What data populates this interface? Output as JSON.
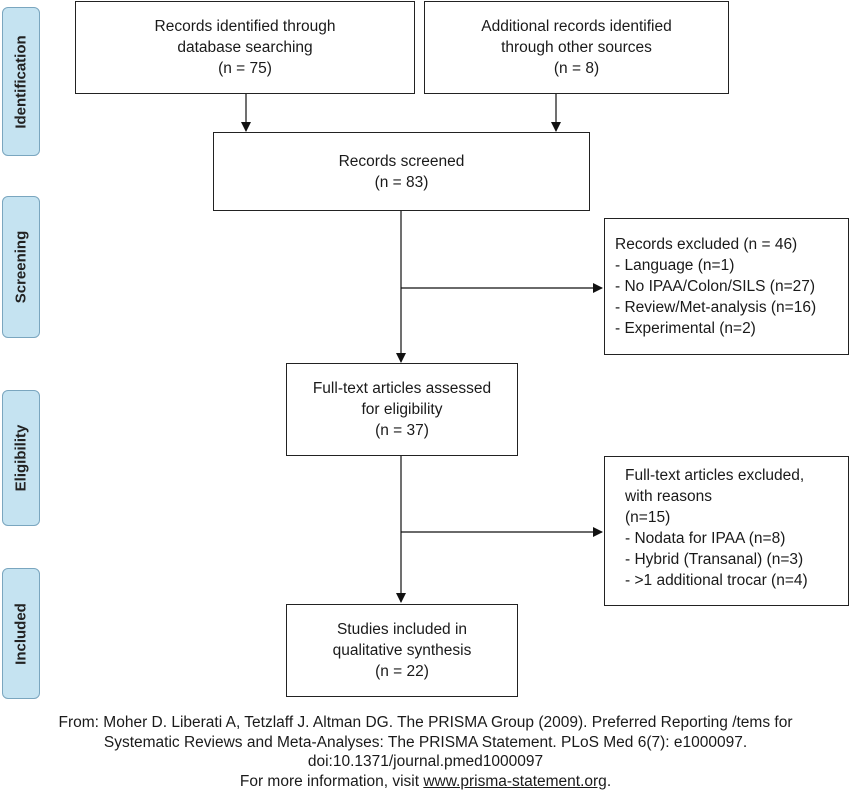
{
  "phases": {
    "identification": "Identification",
    "screening": "Screening",
    "eligibility": "Eligibility",
    "included": "Included"
  },
  "boxes": {
    "database": {
      "line1": "Records identified through",
      "line2": "database searching",
      "count": "(n = 75)"
    },
    "other": {
      "line1": "Additional records identified",
      "line2": "through other sources",
      "count": "(n = 8)"
    },
    "screened": {
      "line1": "Records screened",
      "count": "(n = 83)"
    },
    "excluded": {
      "title": "Records excluded (n = 46)",
      "items": [
        "- Language (n=1)",
        "- No IPAA/Colon/SILS (n=27)",
        "- Review/Met-analysis (n=16)",
        "- Experimental (n=2)"
      ]
    },
    "fulltext": {
      "line1": "Full-text articles assessed",
      "line2": "for eligibility",
      "count": "(n = 37)"
    },
    "fulltext_excluded": {
      "line1": "Full-text articles excluded,",
      "line2": "with reasons",
      "count": "(n=15)",
      "items": [
        "- Nodata for IPAA (n=8)",
        "- Hybrid (Transanal) (n=3)",
        "- >1 additional trocar (n=4)"
      ]
    },
    "included": {
      "line1": "Studies included in",
      "line2": "qualitative synthesis",
      "count": "(n = 22)"
    }
  },
  "footer": {
    "line1": "From: Moher D. Liberati A, Tetzlaff J. Altman DG. The PRISMA Group (2009). Preferred Reporting /tems for",
    "line2": "Systematic Reviews and Meta-Analyses: The PRISMA Statement. PLoS Med 6(7): e1000097.",
    "line3": "doi:10.1371/journal.pmed1000097",
    "line4_prefix": "For more information, visit ",
    "link": "www.prisma-statement.org",
    "line4_suffix": "."
  }
}
